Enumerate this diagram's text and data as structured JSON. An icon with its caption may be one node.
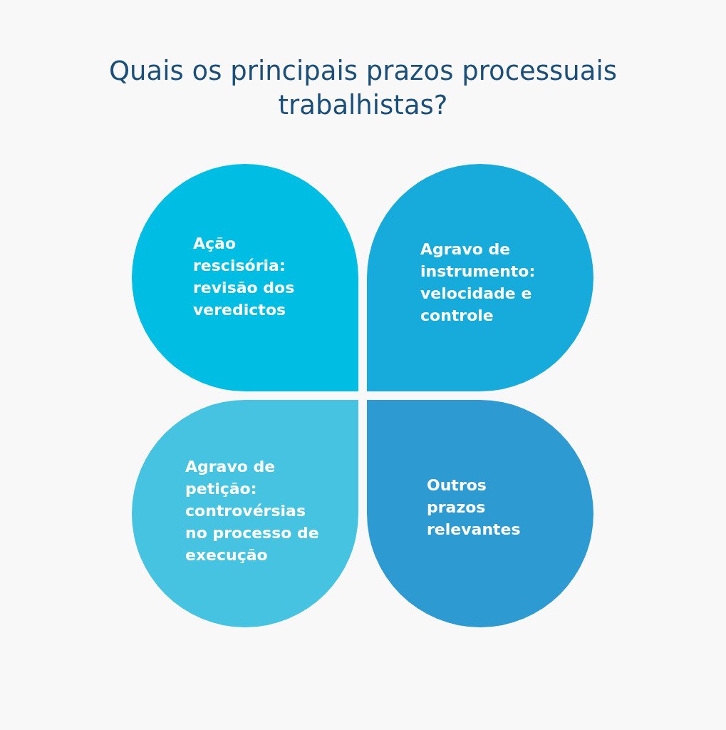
{
  "diagram": {
    "title": "Quais os principais prazos processuais trabalhistas?",
    "nodes": [
      {
        "text": [
          "Ação rescisória: revisão dos veredictos"
        ]
      },
      {
        "text": [
          "Agravo de instrumento: velocidade e controle"
        ]
      },
      {
        "text": [
          "Agravo de petição: controvérsias no processo de execução"
        ]
      },
      {
        "text": [
          "Outros prazos relevantes"
        ]
      }
    ],
    "edges": []
  }
}
